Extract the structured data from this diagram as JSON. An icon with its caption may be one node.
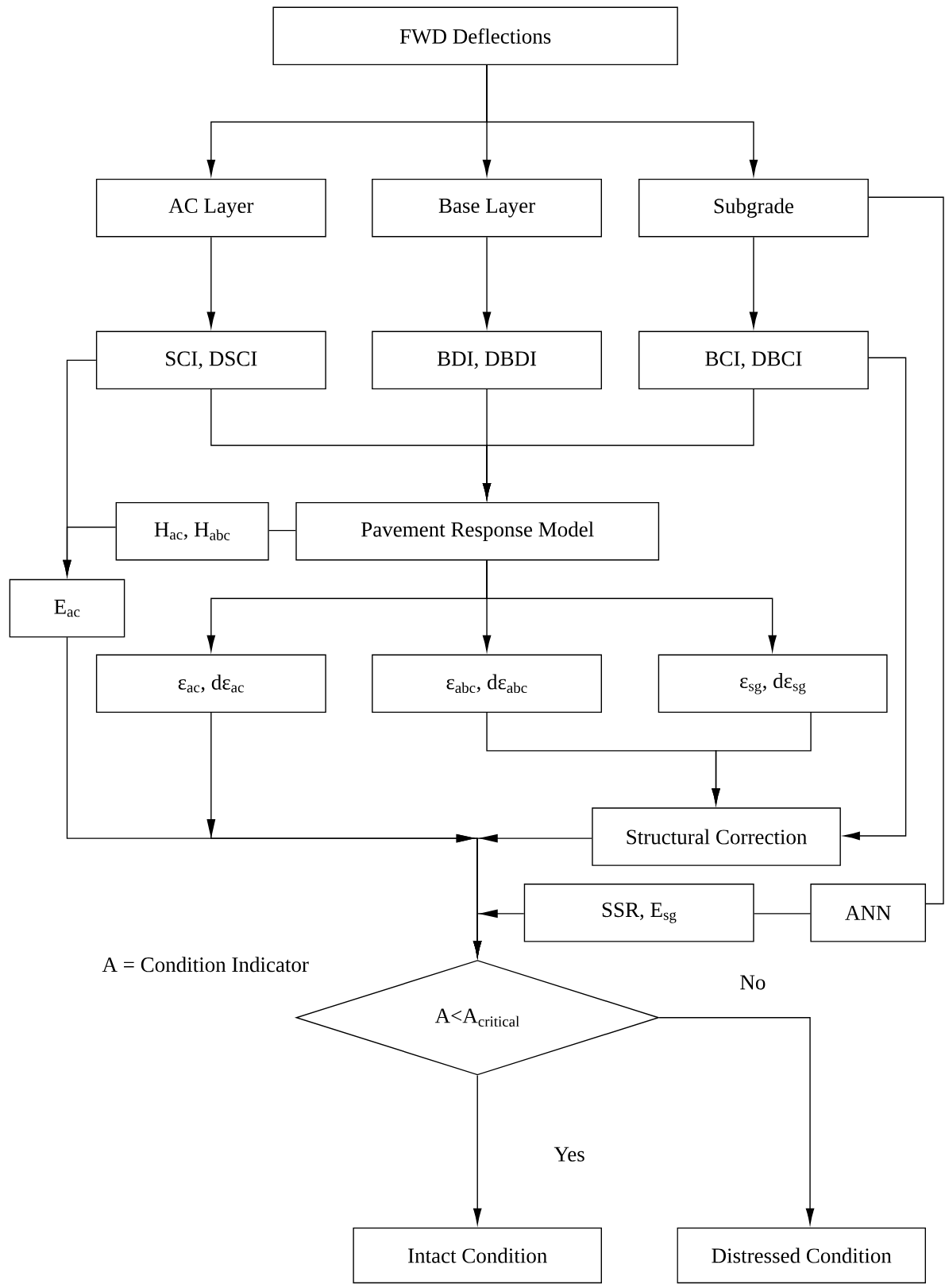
{
  "diagram": {
    "nodes": [
      {
        "text": [
          "FWD Deflections"
        ]
      },
      {
        "text": [
          "AC Layer"
        ]
      },
      {
        "text": [
          "Base Layer"
        ]
      },
      {
        "text": [
          "Subgrade"
        ]
      },
      {
        "text": [
          "SCI, DSCI"
        ]
      },
      {
        "text": [
          "BDI, DBDI"
        ]
      },
      {
        "text": [
          "BCI, DBCI"
        ]
      },
      {
        "text": [
          "H$_{ac}$, H$_{abc}$"
        ]
      },
      {
        "text": [
          "Pavement Response Model"
        ]
      },
      {
        "text": [
          "E$_{ac}$"
        ]
      },
      {
        "text": [
          "ε$_{ac}$, dε$_{ac}$"
        ]
      },
      {
        "text": [
          "ε$_{abc}$, dε$_{abc}$"
        ]
      },
      {
        "text": [
          "ε$_{sg}$, dε$_{sg}$"
        ]
      },
      {
        "text": [
          "Structural Correction"
        ]
      },
      {
        "text": [
          "SSR, E$_{sg}$"
        ]
      },
      {
        "text": [
          "ANN"
        ]
      },
      {
        "text": [
          "A<A$_{critical}$"
        ]
      },
      {
        "text": [
          "Intact Condition"
        ]
      },
      {
        "text": [
          "Distressed Condition"
        ]
      }
    ],
    "edges": [
      {
        "from": 0,
        "to": 1,
        "arrow": "to"
      },
      {
        "from": 0,
        "to": 2,
        "arrow": "to"
      },
      {
        "from": 0,
        "to": 3,
        "arrow": "to"
      },
      {
        "from": 1,
        "to": 4,
        "arrow": "to"
      },
      {
        "from": 2,
        "to": 5,
        "arrow": "to"
      },
      {
        "from": 3,
        "to": 6,
        "arrow": "to"
      },
      {
        "from": 4,
        "to": 8,
        "arrow": "to"
      },
      {
        "from": 5,
        "to": 8,
        "arrow": "to"
      },
      {
        "from": 6,
        "to": 8,
        "arrow": "to"
      },
      {
        "from": 4,
        "to": 9,
        "arrow": "to"
      },
      {
        "from": 7,
        "to": 9,
        "arrow": "to"
      },
      {
        "from": 7,
        "to": 8,
        "arrow": "none"
      },
      {
        "from": 8,
        "to": 10,
        "arrow": "to"
      },
      {
        "from": 8,
        "to": 11,
        "arrow": "to"
      },
      {
        "from": 8,
        "to": 12,
        "arrow": "to"
      },
      {
        "from": 11,
        "to": 13,
        "arrow": "to"
      },
      {
        "from": 12,
        "to": 13,
        "arrow": "to"
      },
      {
        "from": 6,
        "to": 13,
        "arrow": "to"
      },
      {
        "from": 3,
        "to": 15,
        "arrow": "none"
      },
      {
        "from": 15,
        "to": 14,
        "arrow": "none"
      },
      {
        "from": 14,
        "to": 16,
        "arrow": "to"
      },
      {
        "from": 9,
        "to": 16,
        "arrow": "to"
      },
      {
        "from": 10,
        "to": 16,
        "arrow": "to"
      },
      {
        "from": 13,
        "to": 16,
        "arrow": "to"
      },
      {
        "from": 16,
        "to": 17,
        "label": "Yes",
        "arrow": "to"
      },
      {
        "from": 16,
        "to": 18,
        "label": "No",
        "arrow": "to"
      }
    ],
    "labels": [
      "A = Condition Indicator"
    ]
  }
}
